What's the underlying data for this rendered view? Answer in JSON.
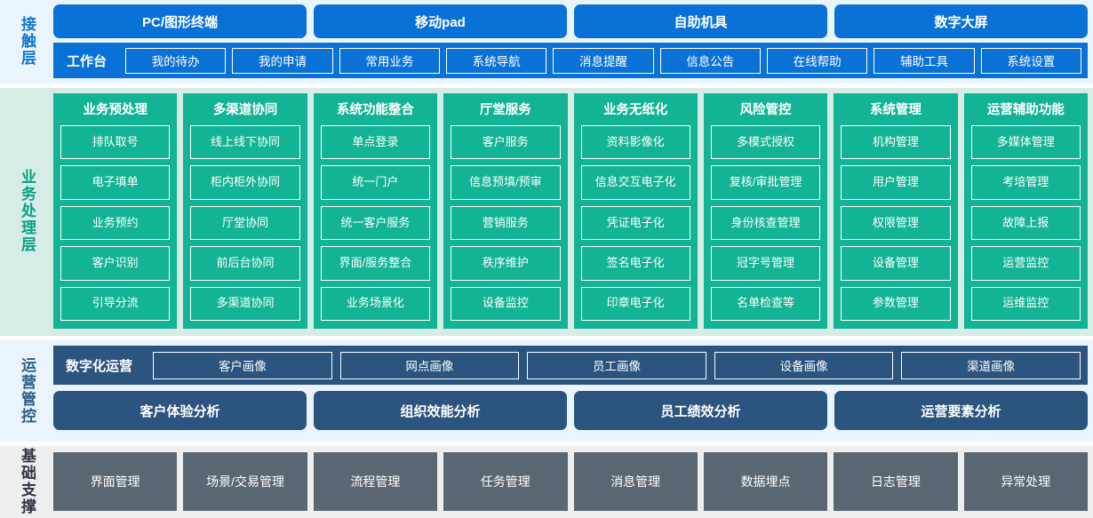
{
  "layers": {
    "access": {
      "label": "接触层",
      "channels": [
        "PC/图形终端",
        "移动pad",
        "自助机具",
        "数字大屏"
      ],
      "workbench_title": "工作台",
      "workbench_items": [
        "我的待办",
        "我的申请",
        "常用业务",
        "系统导航",
        "消息提醒",
        "信息公告",
        "在线帮助",
        "辅助工具",
        "系统设置"
      ]
    },
    "business": {
      "label": "业务处理层",
      "columns": [
        {
          "title": "业务预处理",
          "items": [
            "排队取号",
            "电子填单",
            "业务预约",
            "客户识别",
            "引导分流"
          ]
        },
        {
          "title": "多渠道协同",
          "items": [
            "线上线下协同",
            "柜内柜外协同",
            "厅堂协同",
            "前后台协同",
            "多渠道协同"
          ]
        },
        {
          "title": "系统功能整合",
          "items": [
            "单点登录",
            "统一门户",
            "统一客户服务",
            "界面/服务整合",
            "业务场景化"
          ]
        },
        {
          "title": "厅堂服务",
          "items": [
            "客户服务",
            "信息预填/预审",
            "营销服务",
            "秩序维护",
            "设备监控"
          ]
        },
        {
          "title": "业务无纸化",
          "items": [
            "资料影像化",
            "信息交互电子化",
            "凭证电子化",
            "签名电子化",
            "印章电子化"
          ]
        },
        {
          "title": "风险管控",
          "items": [
            "多模式授权",
            "复核/审批管理",
            "身份核查管理",
            "冠字号管理",
            "名单检查等"
          ]
        },
        {
          "title": "系统管理",
          "items": [
            "机构管理",
            "用户管理",
            "权限管理",
            "设备管理",
            "参数管理"
          ]
        },
        {
          "title": "运营辅助功能",
          "items": [
            "多媒体管理",
            "考培管理",
            "故障上报",
            "运营监控",
            "运维监控"
          ]
        }
      ]
    },
    "ops": {
      "label": "运营管控",
      "digital_title": "数字化运营",
      "digital_items": [
        "客户画像",
        "网点画像",
        "员工画像",
        "设备画像",
        "渠道画像"
      ],
      "analysis_items": [
        "客户体验分析",
        "组织效能分析",
        "员工绩效分析",
        "运营要素分析"
      ]
    },
    "foundation": {
      "label": "基础支撑",
      "items": [
        "界面管理",
        "场景/交易管理",
        "流程管理",
        "任务管理",
        "消息管理",
        "数据埋点",
        "日志管理",
        "异常处理"
      ]
    }
  },
  "colors": {
    "access_bg": "#e9f4fd",
    "access_accent": "#0a72d6",
    "business_bg": "#d6ece6",
    "business_accent": "#13b395",
    "ops_bg": "#e9f4fd",
    "ops_accent": "#2b557e",
    "foundation_bg": "#eceef0",
    "foundation_accent": "#5b6673"
  }
}
